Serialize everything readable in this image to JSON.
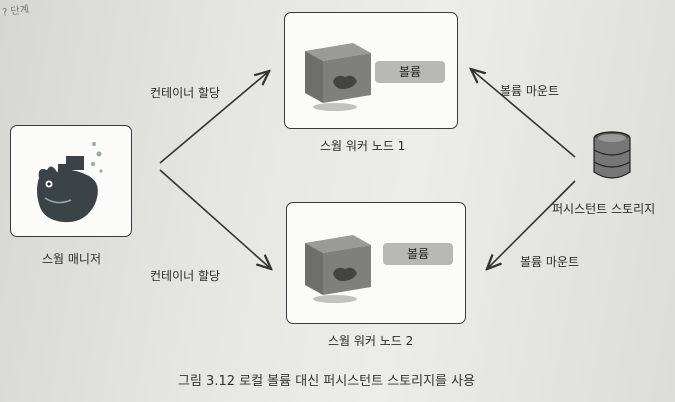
{
  "figure": {
    "caption": "그림 3.12 로컬 볼륨 대신 퍼시스턴트 스토리지를 사용",
    "corner_fragment": "? 단계"
  },
  "manager": {
    "label": "스웜 매니저"
  },
  "worker1": {
    "label": "스웜 워커 노드 1",
    "volume_label": "볼륨"
  },
  "worker2": {
    "label": "스웜 워커 노드 2",
    "volume_label": "볼륨"
  },
  "storage": {
    "label": "퍼시스턴트 스토리지"
  },
  "edges": {
    "assign_top": "컨테이너 할당",
    "assign_bottom": "컨테이너 할당",
    "mount_top": "볼륨 마운트",
    "mount_bottom": "볼륨 마운트"
  },
  "colors": {
    "box_border": "#3a3a3a",
    "whale": "#3c4346",
    "volume_fill": "#b8b8b6",
    "container_fill": "#7a7a78"
  }
}
